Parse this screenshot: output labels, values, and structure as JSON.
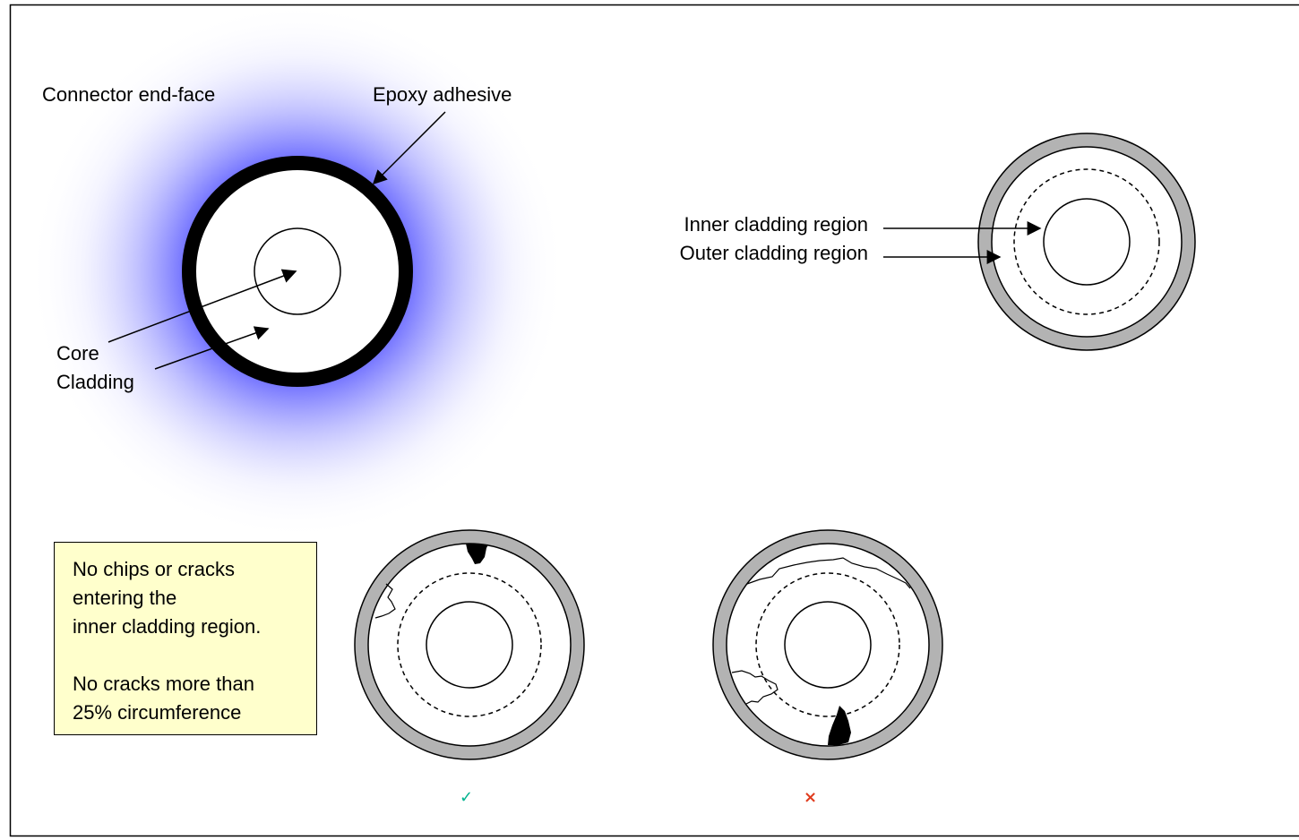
{
  "labels": {
    "connector_end_face": "Connector end-face",
    "epoxy_adhesive": "Epoxy adhesive",
    "core": "Core",
    "cladding": "Cladding",
    "inner_cladding_region": "Inner cladding region",
    "outer_cladding_region": "Outer cladding region"
  },
  "note": {
    "line1": "No chips or cracks",
    "line2": "entering the",
    "line3": "inner cladding region.",
    "line4": "No cracks more than",
    "line5": "25% circumference"
  },
  "marks": {
    "pass": "✓",
    "fail": "×"
  },
  "colors": {
    "glow": "#4d4dff",
    "gray_ring": "#b3b3b3",
    "note_background": "#ffffcc",
    "pass_mark": "#00b38f",
    "fail_mark": "#e03c1e"
  }
}
